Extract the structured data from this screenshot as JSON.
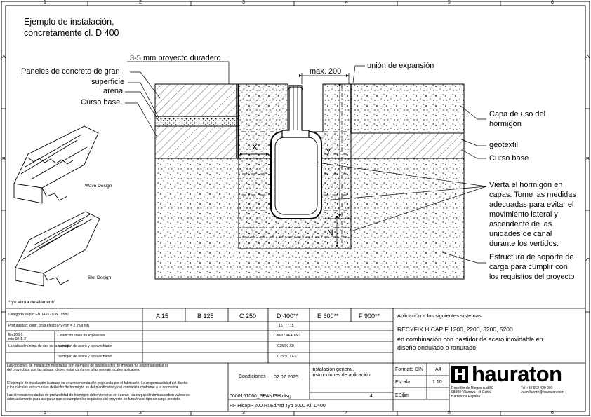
{
  "title": {
    "line1": "Ejemplo de instalación,",
    "line2": "concretamente cl. D 400"
  },
  "frame": {
    "top_numbers": [
      "1",
      "2",
      "3",
      "4",
      "5",
      "6"
    ],
    "side_letters": [
      "A",
      "B",
      "C"
    ]
  },
  "drawing_labels": {
    "joint_3_5mm": "3-5 mm proyecto duradero",
    "concrete_panels": "Paneles de concreto de gran",
    "surface": "superficie",
    "sand": "arena",
    "base_left": "Curso base",
    "max_200": "max. 200",
    "expansion_joint": "unión de expansión",
    "wear_layer_1": "Capa de uso del",
    "wear_layer_2": "hormigón",
    "geotextile": "geotextil",
    "base_right": "Curso base",
    "pour_1": "Vierta el hormigón en",
    "pour_2": "capas. Tome las medidas",
    "pour_3": "adecuadas para evitar el",
    "pour_4": "movimiento lateral y",
    "pour_5": "ascendente de las",
    "pour_6": "unidades de canal",
    "pour_7": "durante los vertidos.",
    "support_1": "Estructura de soporte de",
    "support_2": "carga para cumplir con",
    "support_3": "los requisitos del proyecto",
    "dim_x": "X",
    "dim_y": "Y",
    "dim_n": "N",
    "wave_design": "Wave Design",
    "slot_design": "Slot Design",
    "footnote": "* y= altura de elemento"
  },
  "table": {
    "row_header": "Categoría según EN 1433 / DIN 19580",
    "classes": [
      "A 15",
      "B 125",
      "C 250",
      "D 400**",
      "E 600**",
      "F 900**"
    ],
    "row_depth": "Profundidad: contr. (tras efecto) / y-mm = 2 (m/s ref)",
    "depth_value": "15 / * / 15",
    "norms_left_1": "En 206-1:",
    "norms_left_2": "min 1045-2",
    "row_exposure": "Condición clase de exposición",
    "exposure_value": "C30/37 XF4 XM1",
    "row_sealing": "La calidad mínima de uso de la calidad",
    "sealing_value_label": "hormigón de acero y aprovechable",
    "sealing_value": "C25/30 X0",
    "row_strength": "hormigón de acero y aprovechable",
    "strength_value": "C25/30 XF3",
    "application_title": "Aplicación a los siguientes sistemas:",
    "application_line1": "RECYFIX HICAP F 1200, 2200, 3200, 5200",
    "application_line2": "en combinación con bastidor de acero inoxidable en",
    "application_line3": "diseño ondulado o ranurado"
  },
  "notes": {
    "note1": "Las opciones de instalación mostradas son ejemplos de posibilidades de montaje; la responsabilidad es",
    "note1b": "del proyectista que las adopte; deben estar conforme a las normas locales aplicables.",
    "note2": "El ejemplo de instalación ilustrado es una recomendación propuesta por el fabricante. La responsabilidad del diseño",
    "note2b": "y los cálculos estructurales del lecho de hormigón es del planificador y del contratista conforme a la normativa.",
    "note3": "Las dimensiones dadas de profundidad de hormigón deben tenerse en cuenta; las cargas dinámicas deben valorarse",
    "note3b": "adecuadamente para asegurar que se cumplen los requisitos del proyecto en función del tipo de carga previsto."
  },
  "title_block": {
    "conditions_label": "Condiciones",
    "date": "02.07.2025",
    "install_1": "instalación general,",
    "install_2": "instrucciones de aplicación",
    "sheet_no": "4",
    "drawing_file": "0000161060_SPANISH.dwg",
    "format_label": "Formato DIN",
    "format_value": "A4",
    "scale_label": "Escala",
    "scale_value": "1:10",
    "drawn_by": "EBilim",
    "product_code": "RF HicapF 200 RI.EdArd Typ 5000 Kl. D400",
    "brand": "hauraton",
    "address_1": "Rosellón de Riegos sud 59",
    "address_2": "08800 Vilanova i el Geltrú",
    "address_3": "Barcelona España",
    "phone": "Tel +34 652 429 901",
    "email": "Juan.fuente@hauraton.com"
  }
}
